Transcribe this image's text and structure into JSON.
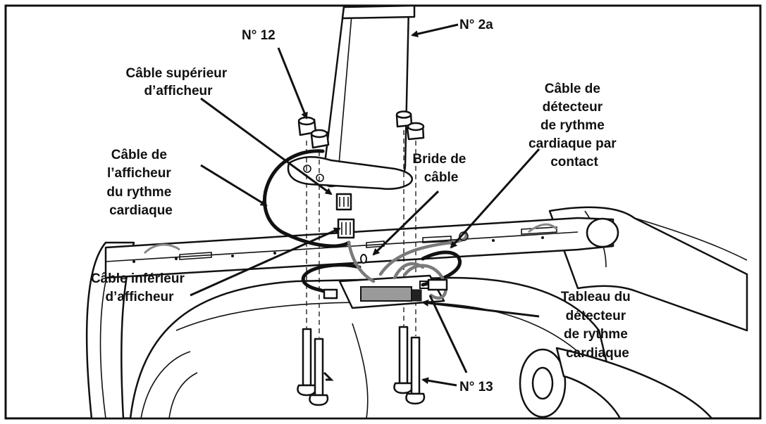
{
  "diagram": {
    "labels": {
      "part_12": "N° 12",
      "part_2a": "N° 2a",
      "part_13": "N° 13",
      "upper_cable": [
        "Câble supérieur",
        "d’afficheur"
      ],
      "hr_display_cable": [
        "Câble de",
        "l’afficheur",
        "du rythme",
        "cardiaque"
      ],
      "lower_cable": [
        "Câble inférieur",
        "d’afficheur"
      ],
      "cable_tie": [
        "Bride de",
        "câble"
      ],
      "contact_hr_cable": [
        "Câble de",
        "détecteur",
        "de rythme",
        "cardiaque par",
        "contact"
      ],
      "hr_board": [
        "Tableau du",
        "détecteur",
        "de rythme",
        "cardiaque"
      ]
    },
    "colors": {
      "ink": "#111111",
      "grey_cable": "#7a7a7a",
      "board": "#9a9a9a"
    }
  }
}
